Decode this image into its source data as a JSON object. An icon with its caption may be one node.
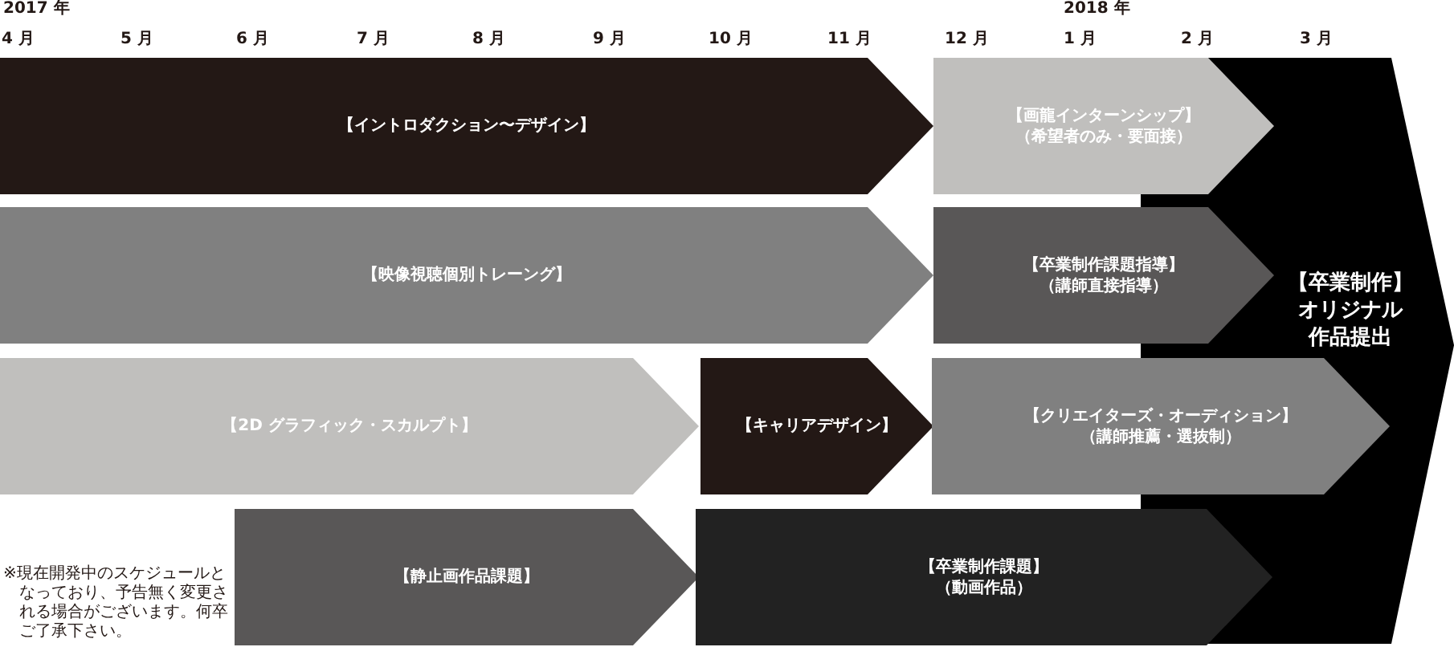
{
  "diagram": {
    "nodes": [
      {
        "text": [
          "【イントロダクション〜デザイン】"
        ]
      },
      {
        "text": [
          "【画龍インターンシップ】",
          "（希望者のみ・要面接）"
        ]
      },
      {
        "text": [
          "【映像視聴個別トレーング】"
        ]
      },
      {
        "text": [
          "【卒業制作課題指導】",
          "（講師直接指導）"
        ]
      },
      {
        "text": [
          "【2D グラフィック・スカルプト】"
        ]
      },
      {
        "text": [
          "【キャリアデザイン】"
        ]
      },
      {
        "text": [
          "【クリエイターズ・オーディション】",
          "（講師推薦・選抜制）"
        ]
      },
      {
        "text": [
          "【静止画作品課題】"
        ]
      },
      {
        "text": [
          "【卒業制作課題】",
          "（動画作品）"
        ]
      },
      {
        "text": [
          "【卒業制作】",
          "オリジナル作品提出"
        ]
      }
    ],
    "labels": [
      "2017 年",
      "2018 年",
      "4 月",
      "5 月",
      "6 月",
      "7 月",
      "8 月",
      "9 月",
      "10 月",
      "11 月",
      "12 月",
      "1 月",
      "2 月",
      "3 月",
      "※現在開発中のスケジュールとなっており、予告無く変更される場合がございます。何卒ご了承下さい。"
    ]
  }
}
